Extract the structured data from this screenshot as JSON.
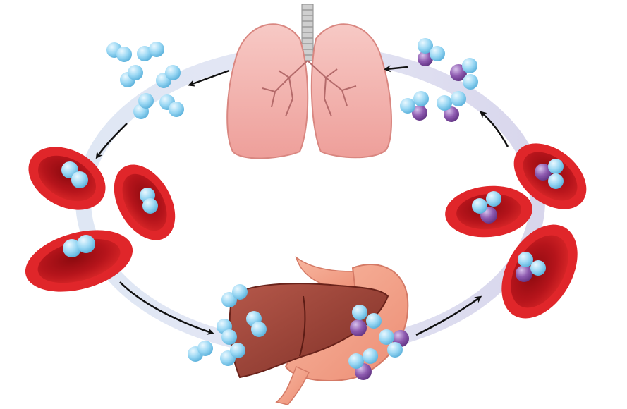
{
  "diagram": {
    "cycle_ring": {
      "colors": {
        "left": "#dfe7f4",
        "right": "#d8d6ec"
      }
    },
    "organs": [
      {
        "name": "lungs",
        "icon": "lungs-icon"
      },
      {
        "name": "liver-stomach",
        "icon": "liver-icon"
      }
    ],
    "molecules": {
      "oxygen": {
        "icon": "oxygen-molecule-icon",
        "color": "#8fd3f2"
      },
      "carbon_dioxide": {
        "icon": "carbon-dioxide-molecule-icon",
        "color": "#8a5aa8"
      }
    },
    "red_blood_cells": {
      "color": "#c8121a",
      "count": 6
    },
    "flow_direction": "counterclockwise"
  }
}
